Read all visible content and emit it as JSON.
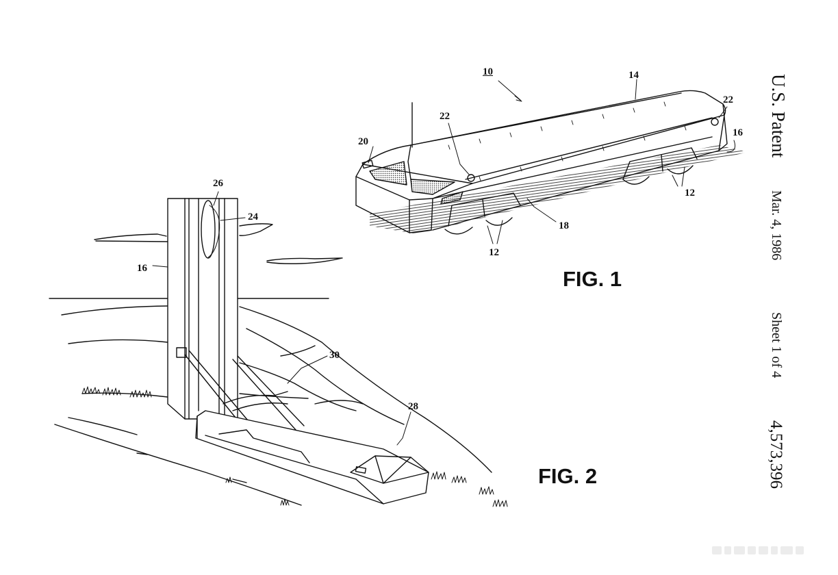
{
  "sidebar": {
    "patent_label": "U.S. Patent",
    "date": "Mar. 4, 1986",
    "sheet": "Sheet 1 of 4",
    "patent_number": "4,573,396"
  },
  "figures": {
    "fig1": "FIG. 1",
    "fig2": "FIG. 2"
  },
  "reference_numerals": {
    "fig1": [
      "10",
      "14",
      "22",
      "22",
      "20",
      "16",
      "12",
      "18",
      "12"
    ],
    "fig2": [
      "26",
      "24",
      "16",
      "30",
      "28"
    ]
  }
}
